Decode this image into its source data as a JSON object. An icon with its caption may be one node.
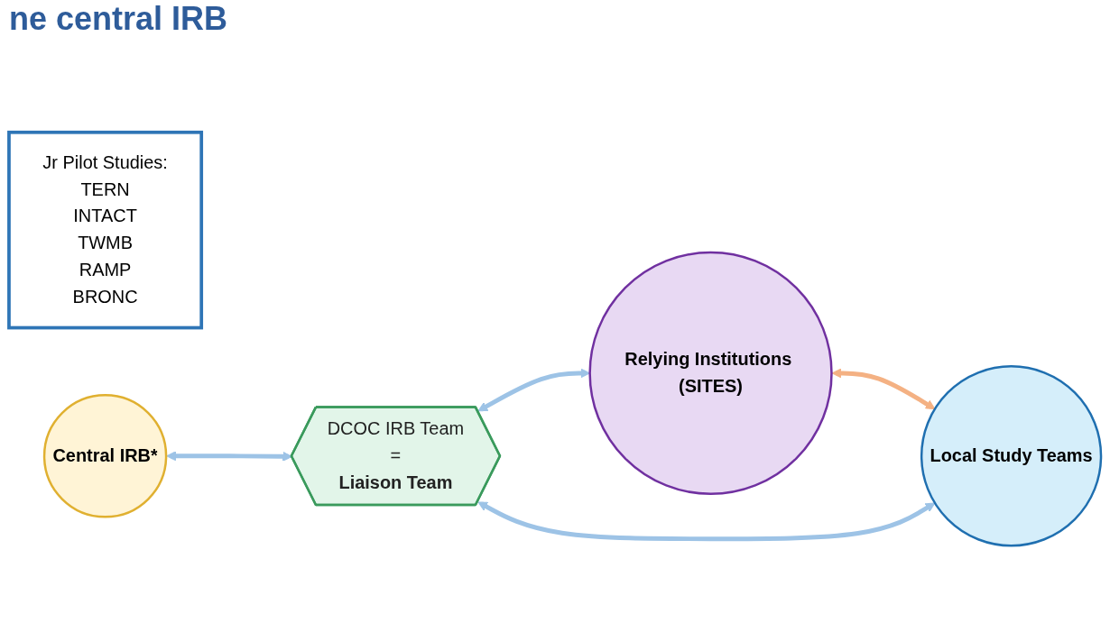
{
  "diagram": {
    "title": "ne central IRB",
    "nodes": [
      {
        "text": [
          "Relying Institutions (SITES)"
        ]
      },
      {
        "text": [
          "DCOC IRB Team",
          "=",
          "Liaison Team"
        ]
      },
      {
        "text": [
          "Local Study Teams"
        ]
      },
      {
        "text": [
          "Jr Pilot Studies:",
          "TERN",
          "INTACT",
          "TWMB",
          "RAMP",
          "BRONC"
        ]
      },
      {
        "text": [
          "Central IRB*"
        ]
      }
    ],
    "edges": [
      {
        "from": 1,
        "to": 0,
        "arrow": "both"
      },
      {
        "from": 0,
        "to": 2,
        "arrow": "both",
        "color": "#f4b183"
      },
      {
        "from": 1,
        "to": 2,
        "arrow": "both"
      },
      {
        "from": 4,
        "to": 1,
        "arrow": "both"
      }
    ]
  }
}
